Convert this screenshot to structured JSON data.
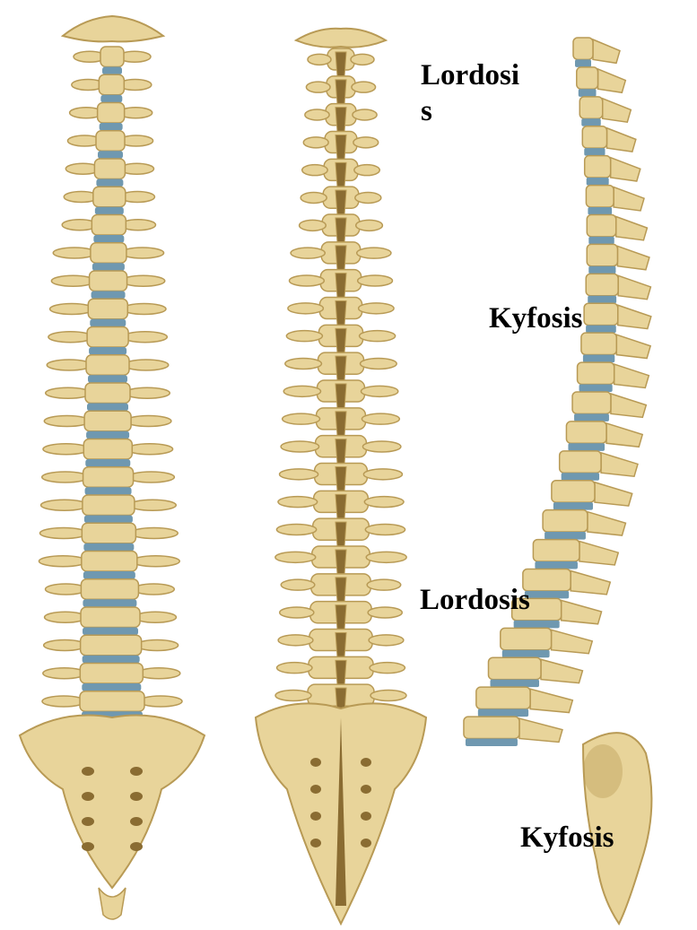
{
  "colors": {
    "bone": "#e8d49a",
    "bone_dark": "#b89a55",
    "bone_shadow": "#8a6c32",
    "disc": "#6f98b0",
    "background": "#ffffff",
    "label_text": "#000000"
  },
  "views": [
    {
      "name": "anterior-view",
      "vertebrae": 24
    },
    {
      "name": "posterior-view",
      "vertebrae": 24
    },
    {
      "name": "lateral-view",
      "vertebrae": 24
    }
  ],
  "labels": {
    "cervical_line1": "Lordosi",
    "cervical_line2": "s",
    "thoracic": "Kyfosis",
    "lumbar": "Lordosis",
    "sacral": "Kyfosis"
  }
}
